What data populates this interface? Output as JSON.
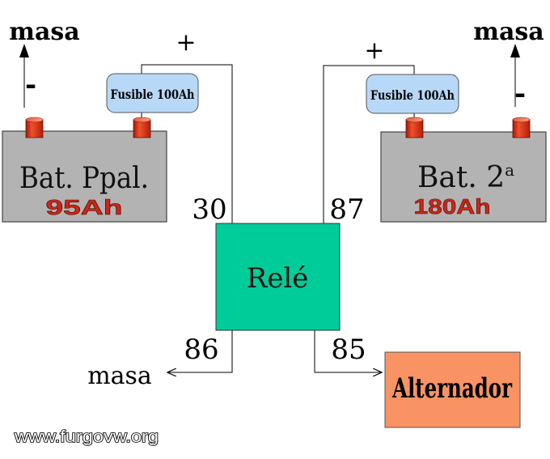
{
  "ground_label": "masa",
  "plus_sign": "+",
  "minus_sign": "-",
  "fuse_label": "Fusible 100Ah",
  "battery_main": {
    "name": "Bat. Ppal.",
    "capacity": "95Ah"
  },
  "battery_aux": {
    "name": "Bat. 2",
    "superscript": "a",
    "capacity": "180Ah"
  },
  "relay": {
    "label": "Relé",
    "pin_30": "30",
    "pin_87": "87",
    "pin_86": "86",
    "pin_85": "85"
  },
  "alternator_label": "Alternador",
  "watermark": "www.furgovw.org",
  "colors": {
    "battery_fill": "#b3b3b3",
    "terminal_red": "#e0341a",
    "fuse_fill": "#b8d8f8",
    "relay_fill": "#00cc99",
    "alternator_fill": "#f99363",
    "capacity_text": "#c8281a"
  }
}
